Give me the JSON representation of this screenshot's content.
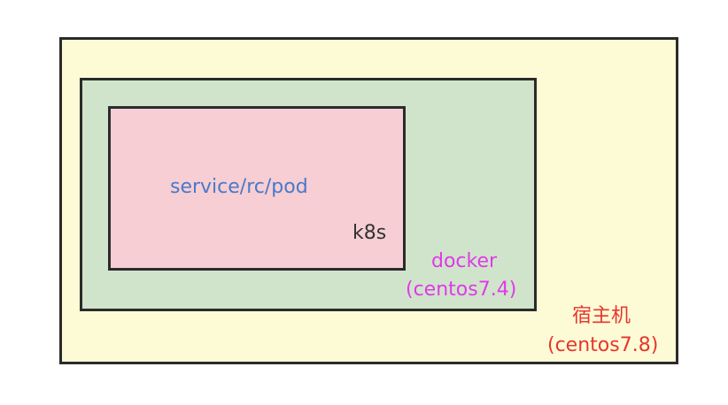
{
  "colors": {
    "host_fill": "#fdfbd5",
    "docker_fill": "#d0e4cb",
    "k8s_fill": "#f6ced3",
    "service_text": "#4a79c9",
    "k8s_text": "#333333",
    "docker_text": "#e03ae8",
    "host_text": "#e8352e"
  },
  "host": {
    "label": "宿主机",
    "os": "(centos7.8)"
  },
  "docker": {
    "label": "docker",
    "os": "(centos7.4)"
  },
  "k8s": {
    "label": "k8s",
    "content": "service/rc/pod"
  }
}
